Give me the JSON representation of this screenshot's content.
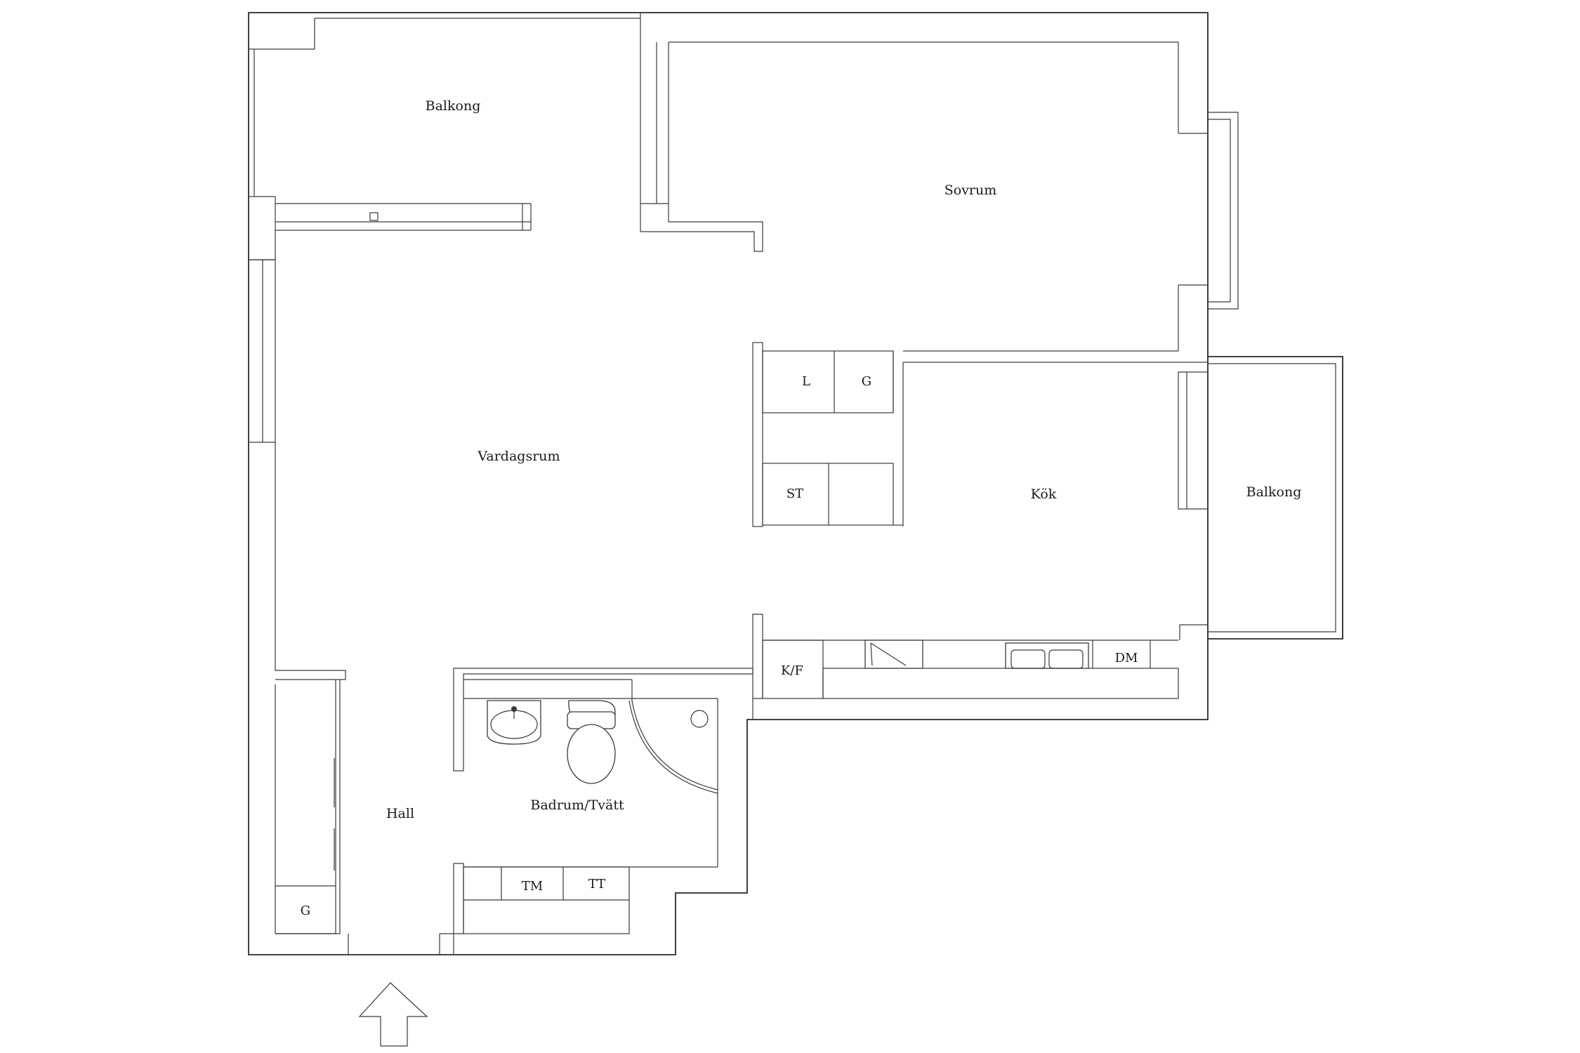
{
  "rooms": {
    "balkong_top": "Balkong",
    "sovrum": "Sovrum",
    "vardagsrum": "Vardagsrum",
    "kok": "Kök",
    "balkong_right": "Balkong",
    "hall": "Hall",
    "badrum": "Badrum/Tvätt"
  },
  "appliances": {
    "l": "L",
    "g_closet": "G",
    "st": "ST",
    "kf": "K/F",
    "dm": "DM",
    "tm": "TM",
    "tt": "TT",
    "g_hall": "G"
  },
  "icons": [
    "entrance-arrow-icon",
    "sink-icon",
    "toilet-icon",
    "shower-icon",
    "kitchen-sink-icon",
    "stove-icon"
  ]
}
